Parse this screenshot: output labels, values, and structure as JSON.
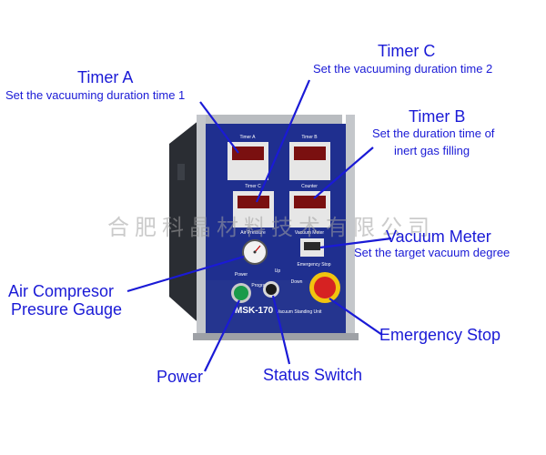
{
  "colors": {
    "label": "#1a1ad6",
    "panel": "#1f2f8f",
    "frame": "#b9bcc0",
    "body": "#2a2d33",
    "emergency": "#d62222",
    "power": "#1a9a4a"
  },
  "labels": {
    "timer_a": {
      "title": "Timer A",
      "desc": "Set the vacuuming duration time 1"
    },
    "timer_c": {
      "title": "Timer C",
      "desc": "Set the vacuuming duration time 2"
    },
    "timer_b": {
      "title": "Timer B",
      "desc_line1": "Set the duration time of",
      "desc_line2": "inert gas filling"
    },
    "vacuum_meter": {
      "title": "Vacuum Meter",
      "desc": "Set the target vacuum degree"
    },
    "air_gauge": {
      "line1": "Air Compresor",
      "line2": "Presure Gauge"
    },
    "power": "Power",
    "status_switch": "Status Switch",
    "emergency_stop": "Emergency Stop"
  },
  "panel": {
    "timer_a_label": "Timer A",
    "timer_b_label": "Timer B",
    "timer_c_label": "Timer C",
    "counter_label": "Counter",
    "air_pressure_label": "Air Pressure",
    "vacuum_meter_label": "Vacuum Meter",
    "emergency_stop_label": "Emergency Stop",
    "power_label": "Power",
    "up_label": "Up",
    "program_label": "Program",
    "down_label": "Down",
    "model": "MSK-170",
    "model_sub": "Vacuum Standing Unit"
  },
  "watermark": "合肥科晶材料技术有限公司"
}
